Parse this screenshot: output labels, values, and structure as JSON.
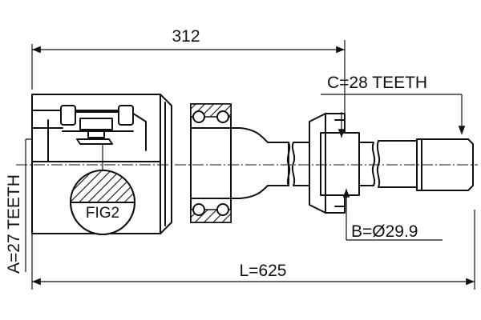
{
  "diagram": {
    "labels": {
      "dim_top": "312",
      "dim_bottom": "L=625",
      "teeth_right": "C=28 TEETH",
      "diameter": "B=Ø29.9",
      "teeth_left": "A=27 TEETH",
      "figure": "FIG2"
    },
    "colors": {
      "line": "#111111",
      "background": "#ffffff"
    }
  }
}
